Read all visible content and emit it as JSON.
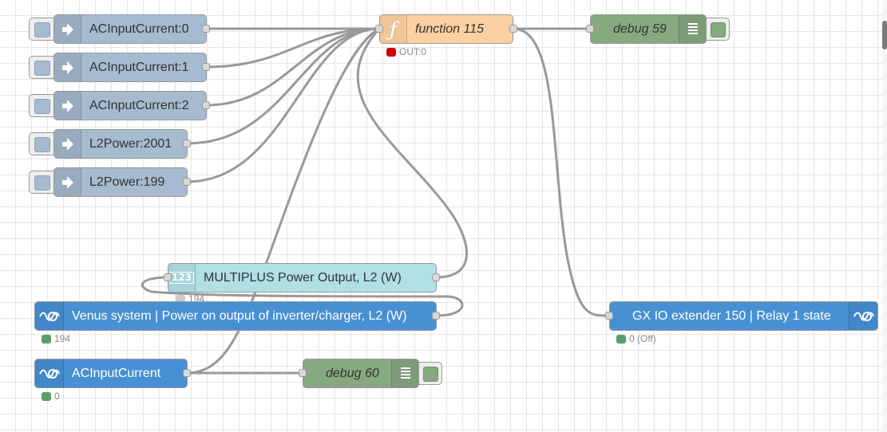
{
  "colors": {
    "inject": "#a6bbcf",
    "function": "#fdd0a2",
    "debug": "#87a980",
    "victron": "#4790d4",
    "victron_palette": "#b0e0e6",
    "wire": "#999999",
    "grid": "#e6e6e6"
  },
  "icons": {
    "inject": "arrow-in-icon",
    "function": "function-icon",
    "debug": "list-icon",
    "victron": "victron-wave-icon",
    "number": "number-123-icon"
  },
  "nodes": {
    "inject0": {
      "label": "ACInputCurrent:0"
    },
    "inject1": {
      "label": "ACInputCurrent:1"
    },
    "inject2": {
      "label": "ACInputCurrent:2"
    },
    "inject3": {
      "label": "L2Power:2001"
    },
    "inject4": {
      "label": "L2Power:199"
    },
    "function115": {
      "label": "function 115",
      "status": "OUT:0"
    },
    "debug59": {
      "label": "debug 59"
    },
    "multiplus": {
      "label": "MULTIPLUS Power Output, L2 (W)",
      "status": "194"
    },
    "venus": {
      "label": "Venus system | Power on output of inverter/charger, L2 (W)",
      "status": "194"
    },
    "acinput": {
      "label": "ACInputCurrent",
      "status": "0"
    },
    "debug60": {
      "label": "debug 60"
    },
    "gxio": {
      "label": "GX IO extender 150 | Relay 1 state",
      "status": "0 (Off)"
    }
  }
}
